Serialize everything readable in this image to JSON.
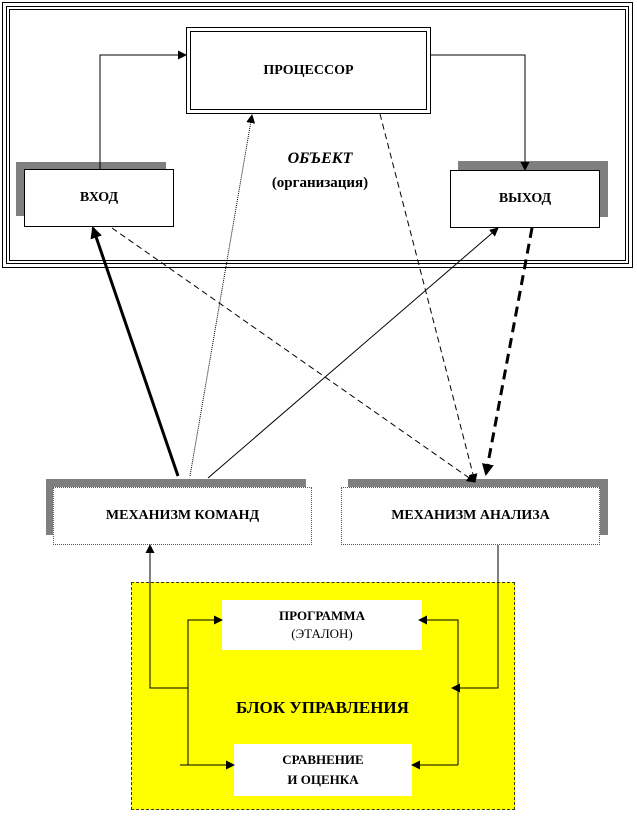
{
  "object": {
    "title": "ОБЪЕКТ",
    "subtitle": "(организация)"
  },
  "boxes": {
    "processor": "ПРОЦЕССОР",
    "input": "ВХОД",
    "output": "ВЫХОД",
    "command_mechanism": "МЕХАНИЗМ КОМАНД",
    "analysis_mechanism": "МЕХАНИЗМ АНАЛИЗА",
    "program_line1": "ПРОГРАММА",
    "program_line2": "(ЭТАЛОН)",
    "comparison_line1": "СРАВНЕНИЕ",
    "comparison_line2": "И ОЦЕНКА"
  },
  "control_block": {
    "label": "БЛОК УПРАВЛЕНИЯ",
    "fill_color": "#ffff00"
  },
  "colors": {
    "shadow": "#7f7f7f",
    "line": "#000000"
  }
}
